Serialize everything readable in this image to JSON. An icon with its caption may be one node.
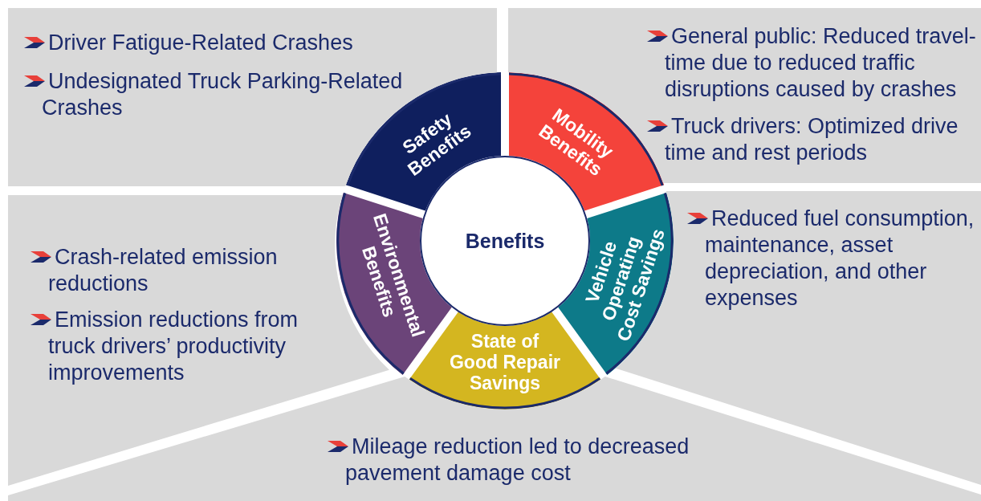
{
  "diagram": {
    "nodes": [
      {
        "text": [
          "Driver Fatigue-Related Crashes",
          "Undesignated Truck Parking-Related Crashes"
        ]
      },
      {
        "text": [
          "General public: Reduced travel-time due to reduced traffic disruptions caused by crashes",
          "Truck drivers: Optimized drive time and rest periods"
        ]
      },
      {
        "text": [
          "Crash-related emission reductions",
          "Emission reductions from truck drivers’ productivity improvements"
        ]
      },
      {
        "text": [
          "Reduced fuel consumption, maintenance, asset depreciation, and other expenses"
        ]
      },
      {
        "text": [
          "Mileage reduction led to decreased pavement damage cost"
        ]
      },
      {
        "text": [
          "Benefits"
        ]
      },
      {
        "text": [
          "Safety Benefits"
        ]
      },
      {
        "text": [
          "Mobility Benefits"
        ]
      },
      {
        "text": [
          "Vehicle Operating Cost Savings"
        ]
      },
      {
        "text": [
          "State of Good Repair Savings"
        ]
      },
      {
        "text": [
          "Environmental Benefits"
        ]
      }
    ]
  }
}
